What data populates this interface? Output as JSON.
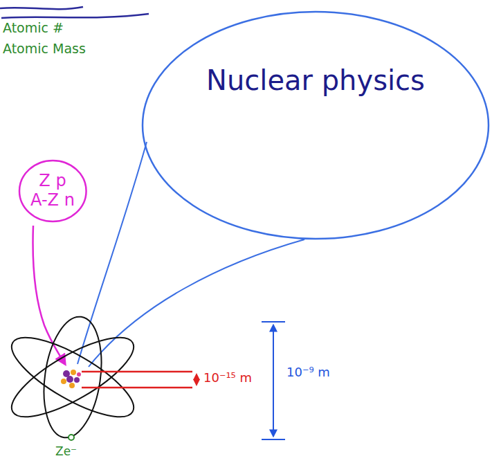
{
  "diagram": {
    "nodes": [
      {
        "text": [
          "Nuclear physics"
        ]
      },
      {
        "text": [
          "Z p",
          "A-Z n"
        ]
      }
    ],
    "labels": [
      "Atomic #",
      "Atomic Mass",
      "10⁻¹⁵ m",
      "10⁻⁹ m",
      "Ze⁻"
    ]
  }
}
